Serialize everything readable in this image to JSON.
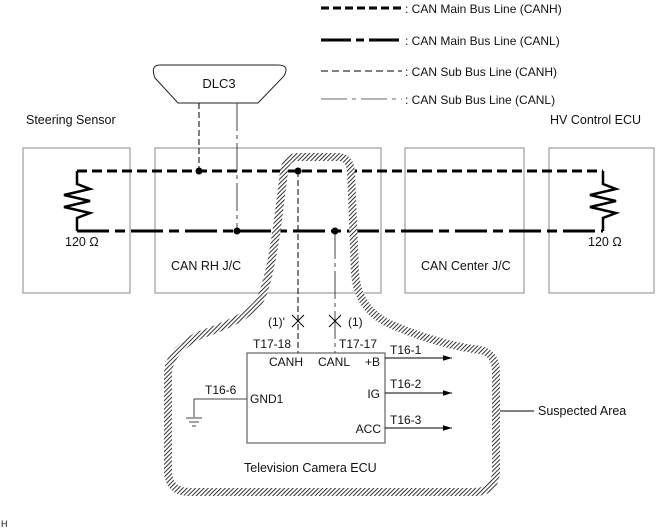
{
  "legend": {
    "items": [
      {
        "label": ": CAN Main Bus Line (CANH)",
        "style": "main-canh"
      },
      {
        "label": ": CAN Main Bus Line (CANL)",
        "style": "main-canl"
      },
      {
        "label": ": CAN Sub Bus Line (CANH)",
        "style": "sub-canh"
      },
      {
        "label": ": CAN Sub Bus Line (CANL)",
        "style": "sub-canl"
      }
    ]
  },
  "components": {
    "dlc3": "DLC3",
    "steering_sensor": "Steering Sensor",
    "can_rh_jc": "CAN RH J/C",
    "can_center_jc": "CAN Center J/C",
    "hv_control_ecu": "HV Control ECU",
    "tv_camera_ecu": "Television Camera ECU"
  },
  "resistors": {
    "left": "120 Ω",
    "right": "120 Ω"
  },
  "break_marks": {
    "canh": "(1)'",
    "canl": "(1)"
  },
  "connectors": {
    "canh_pin": "T17-18",
    "canl_pin": "T17-17",
    "b_pin": "T16-1",
    "ig_pin": "T16-2",
    "acc_pin": "T16-3",
    "gnd_pin": "T16-6"
  },
  "ecu_terminals": {
    "canh": "CANH",
    "canl": "CANL",
    "b": "+B",
    "ig": "IG",
    "acc": "ACC",
    "gnd": "GND1"
  },
  "callout": "Suspected Area",
  "corner_mark": "H",
  "colors": {
    "line": "#000000",
    "box": "#888888",
    "sub_canl": "#777777"
  }
}
